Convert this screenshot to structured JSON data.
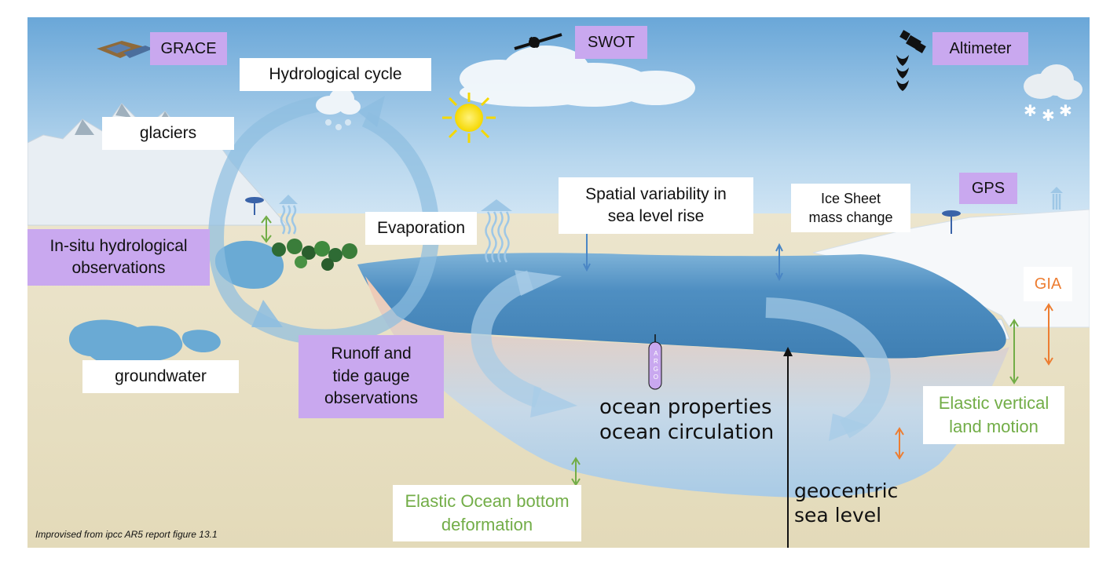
{
  "labels": {
    "grace": "GRACE",
    "swot": "SWOT",
    "altimeter": "Altimeter",
    "hydrological_cycle": "Hydrological cycle",
    "glaciers": "glaciers",
    "in_situ": "In-situ hydrological observations",
    "evaporation": "Evaporation",
    "spatial_variability": "Spatial variability in sea level rise",
    "ice_sheet": "Ice Sheet mass change",
    "gps": "GPS",
    "gia": "GIA",
    "elastic_vertical": "Elastic vertical land motion",
    "groundwater": "groundwater",
    "runoff": "Runoff and tide gauge observations",
    "ocean_properties": "ocean properties",
    "ocean_circulation": "ocean circulation",
    "elastic_ocean": "Elastic Ocean bottom deformation",
    "geocentric": "geocentric sea level",
    "argo": "ARGO",
    "credit": "Improvised from ipcc AR5 report figure 13.1"
  },
  "colors": {
    "label_purple": "#c9a8ef",
    "label_green": "#72ad47",
    "label_orange": "#ed7d31",
    "ocean": "#4f94c6",
    "sky": "#7fb6df"
  }
}
